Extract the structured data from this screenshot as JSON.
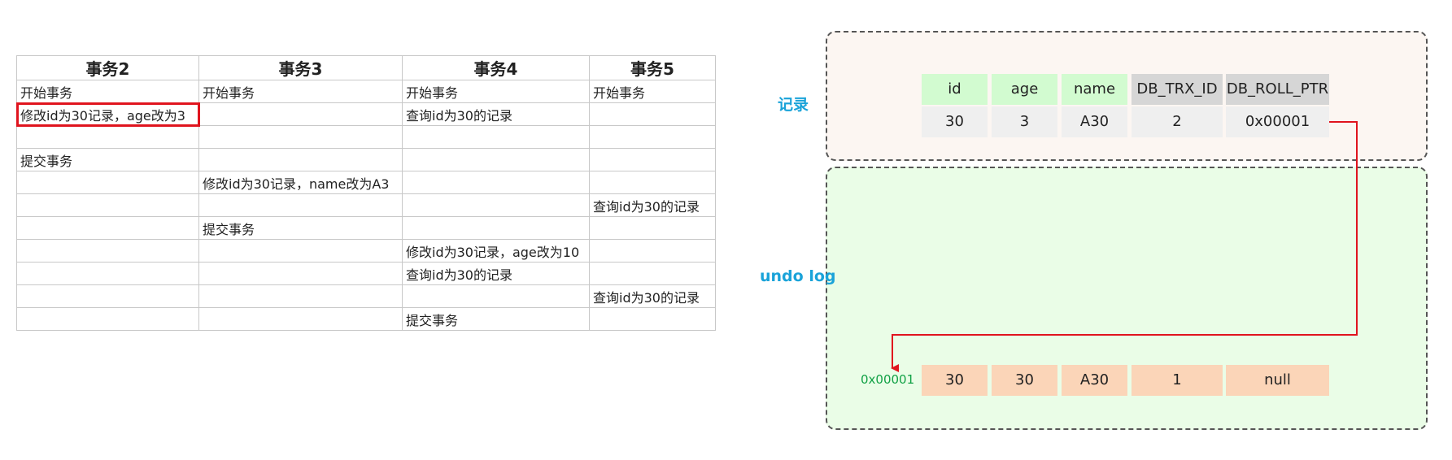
{
  "txn_table": {
    "headers": [
      "事务2",
      "事务3",
      "事务4",
      "事务5"
    ],
    "rows": [
      [
        "开始事务",
        "开始事务",
        "开始事务",
        "开始事务"
      ],
      [
        "修改id为30记录，age改为3",
        "",
        "查询id为30的记录",
        ""
      ],
      [
        "",
        "",
        "",
        ""
      ],
      [
        "提交事务",
        "",
        "",
        ""
      ],
      [
        "",
        "修改id为30记录，name改为A3",
        "",
        ""
      ],
      [
        "",
        "",
        "",
        "查询id为30的记录"
      ],
      [
        "",
        "提交事务",
        "",
        ""
      ],
      [
        "",
        "",
        "修改id为30记录，age改为10",
        ""
      ],
      [
        "",
        "",
        "查询id为30的记录",
        ""
      ],
      [
        "",
        "",
        "",
        "查询id为30的记录"
      ],
      [
        "",
        "",
        "提交事务",
        ""
      ]
    ],
    "highlight_color": "#e0141e"
  },
  "labels": {
    "record": "记录",
    "undo_log": "undo log"
  },
  "record": {
    "headers": [
      "id",
      "age",
      "name",
      "DB_TRX_ID",
      "DB_ROLL_PTR"
    ],
    "values": [
      "30",
      "3",
      "A30",
      "2",
      "0x00001"
    ]
  },
  "undo": {
    "address": "0x00001",
    "values": [
      "30",
      "30",
      "A30",
      "1",
      "null"
    ]
  },
  "colors": {
    "label_blue": "#1aa3d9",
    "arrow_red": "#e0141e",
    "address_green": "#12a146"
  }
}
